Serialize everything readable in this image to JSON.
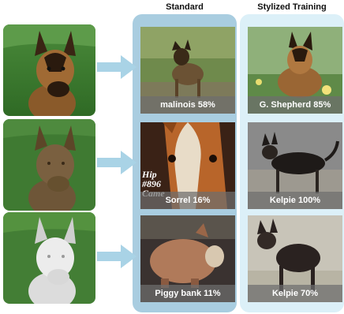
{
  "columns": {
    "standard": "Standard",
    "stylized": "Stylized Training"
  },
  "rows": [
    {
      "input": "textured dog render",
      "standard_label": "malinois 58%",
      "stylized_label": "G. Shepherd 85%"
    },
    {
      "input": "stylized brown dog render",
      "standard_label": "Sorrel 16%",
      "stylized_label": "Kelpie 100%"
    },
    {
      "input": "untextured grey dog render",
      "standard_label": "Piggy bank 11%",
      "stylized_label": "Kelpie 70%"
    }
  ],
  "photo_text": {
    "hip": "Hip",
    "number": "#896",
    "came": "Came"
  },
  "colors": {
    "standard_panel": "#a9cde0",
    "stylized_panel": "#dcf0f8",
    "arrow": "#a9d3e6"
  }
}
